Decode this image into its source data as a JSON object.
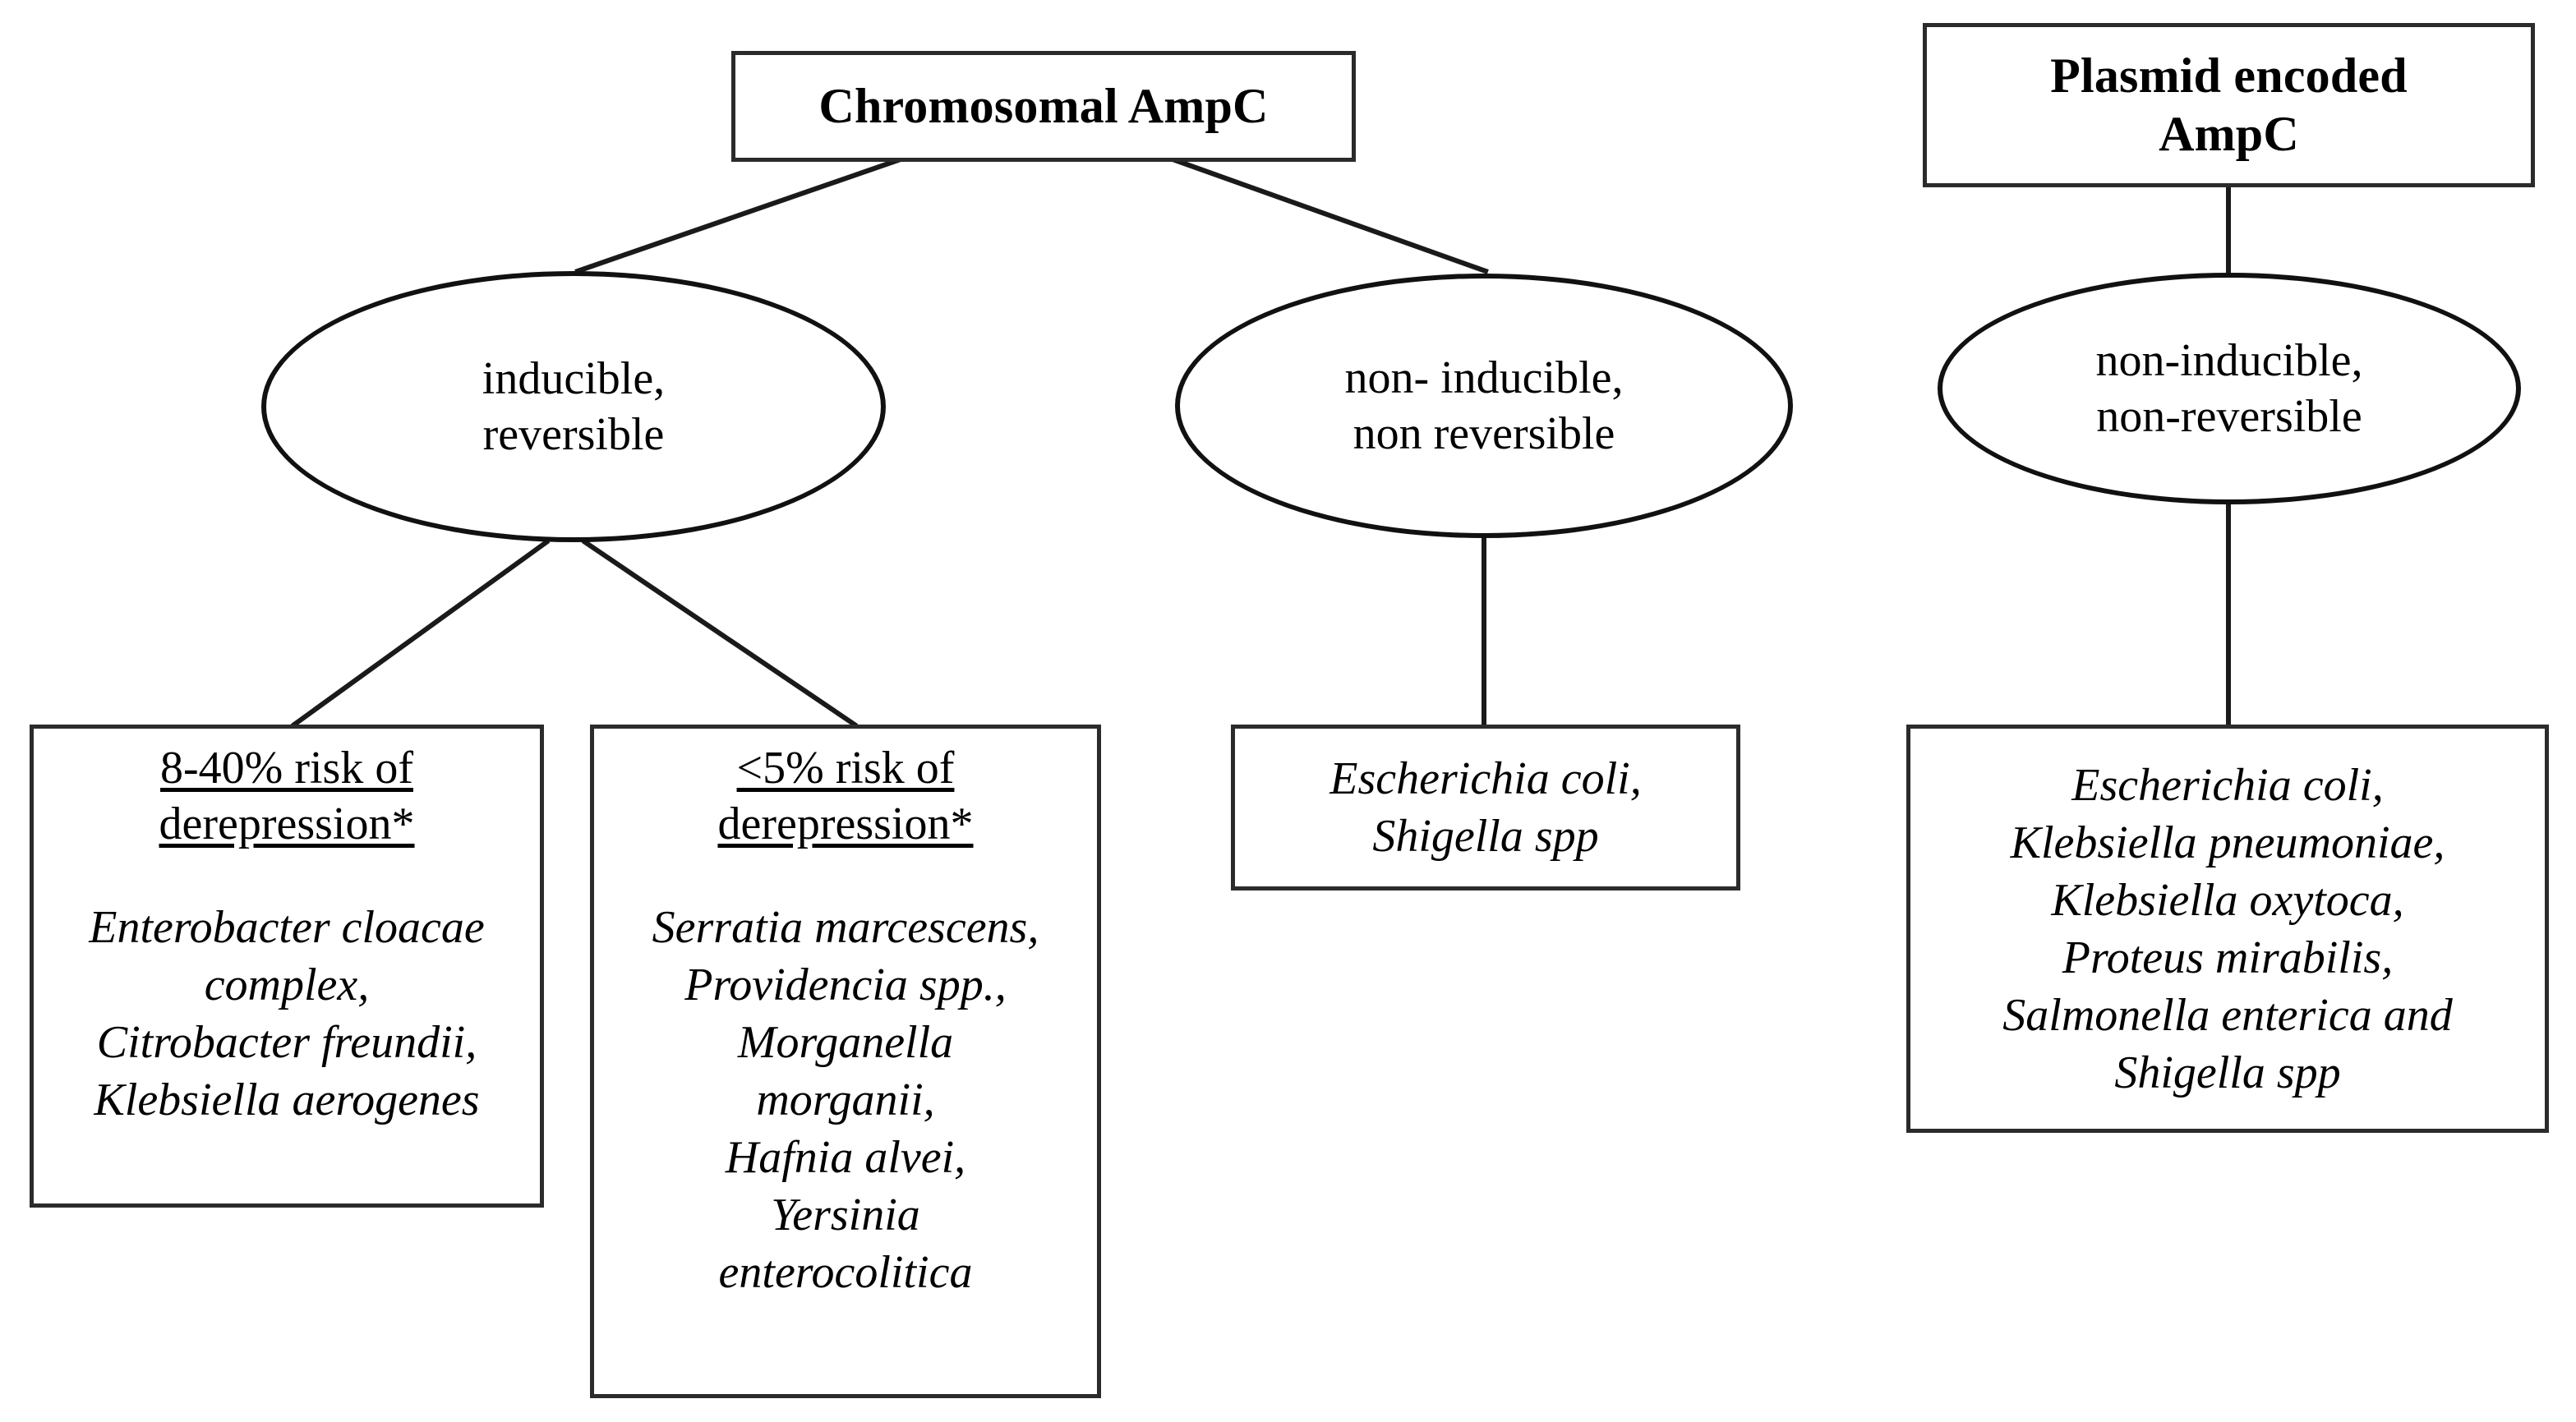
{
  "diagram": {
    "title": "AmpC beta-lactamase classification flow chart",
    "roots": [
      {
        "id": "chromosomal",
        "label": "Chromosomal AmpC"
      },
      {
        "id": "plasmid",
        "label_lines": [
          "Plasmid encoded",
          "AmpC"
        ]
      }
    ],
    "ellipses": [
      {
        "id": "inducible-reversible",
        "lines": [
          "inducible,",
          "reversible"
        ]
      },
      {
        "id": "non-inducible-non-reversible-chromosomal",
        "lines": [
          "non- inducible,",
          "non reversible"
        ]
      },
      {
        "id": "non-inducible-non-reversible-plasmid",
        "lines": [
          "non-inducible,",
          "non-reversible"
        ]
      }
    ],
    "leaves": [
      {
        "id": "high-risk-derepression",
        "heading_lines": [
          "8-40% risk of",
          "derepression*"
        ],
        "organisms": [
          "Enterobacter cloacae",
          "complex,",
          "Citrobacter freundii,",
          "Klebsiella aerogenes"
        ]
      },
      {
        "id": "low-risk-derepression",
        "heading_lines": [
          "<5% risk of",
          "derepression*"
        ],
        "organisms": [
          "Serratia marcescens,",
          "Providencia spp.,",
          "Morganella",
          "morganii,",
          "Hafnia alvei,",
          "Yersinia",
          "enterocolitica"
        ]
      },
      {
        "id": "chromosomal-non-inducible-organisms",
        "organisms": [
          "Escherichia coli,",
          "Shigella spp"
        ]
      },
      {
        "id": "plasmid-organisms",
        "organisms": [
          "Escherichia coli,",
          "Klebsiella pneumoniae,",
          "Klebsiella oxytoca,",
          "Proteus mirabilis,",
          "Salmonella enterica and",
          "Shigella spp"
        ]
      }
    ],
    "colors": {
      "background": "#ffffff",
      "text": "#000000",
      "box_border": "#2b2b2b",
      "ellipse_border": "#111111",
      "connector": "#1a1a1a"
    }
  }
}
